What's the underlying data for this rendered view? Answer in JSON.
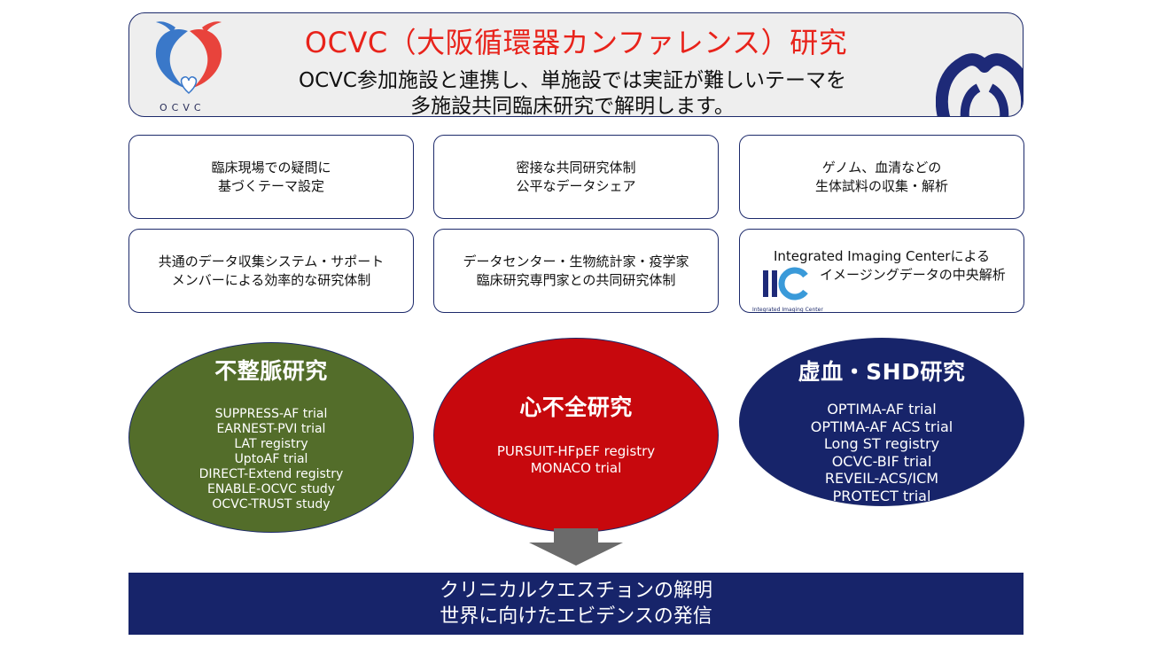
{
  "header": {
    "title": "OCVC（大阪循環器カンファレンス）研究",
    "desc_line1": "OCVC参加施設と連携し、単施設では実証が難しいテーマを",
    "desc_line2": "多施設共同臨床研究で解明します。",
    "logo_text": "OCVC",
    "colors": {
      "title": "#e8231b",
      "border": "#1d2a6b",
      "background": "#eeeeee"
    }
  },
  "features": [
    {
      "line1": "臨床現場での疑問に",
      "line2": "基づくテーマ設定"
    },
    {
      "line1": "密接な共同研究体制",
      "line2": "公平なデータシェア"
    },
    {
      "line1": "ゲノム、血清などの",
      "line2": "生体試料の収集・解析"
    },
    {
      "line1": "共通のデータ収集システム・サポート",
      "line2": "メンバーによる効率的な研究体制"
    },
    {
      "line1": "データセンター・生物統計家・疫学家",
      "line2": "臨床研究専門家との共同研究体制"
    },
    {
      "line1": "Integrated Imaging Centerによる",
      "line2": "イメージングデータの中央解析",
      "logo_caption": "Integrated Imaging Center"
    }
  ],
  "research_areas": [
    {
      "title": "不整脈研究",
      "color": "#536d2a",
      "studies": [
        "SUPPRESS-AF trial",
        "EARNEST-PVI trial",
        "LAT registry",
        "UptoAF trial",
        "DIRECT-Extend registry",
        "ENABLE-OCVC study",
        "OCVC-TRUST study"
      ]
    },
    {
      "title": "心不全研究",
      "color": "#c7080d",
      "studies": [
        "PURSUIT-HFpEF registry",
        "MONACO trial"
      ]
    },
    {
      "title": "虚血・SHD研究",
      "color": "#17246a",
      "studies": [
        "OPTIMA-AF trial",
        "OPTIMA-AF ACS trial",
        "Long ST registry",
        "OCVC-BIF trial",
        "REVEIL-ACS/ICM",
        "PROTECT trial"
      ]
    }
  ],
  "banner": {
    "line1": "クリニカルクエスチョンの解明",
    "line2": "世界に向けたエビデンスの発信",
    "color": "#17246a"
  }
}
